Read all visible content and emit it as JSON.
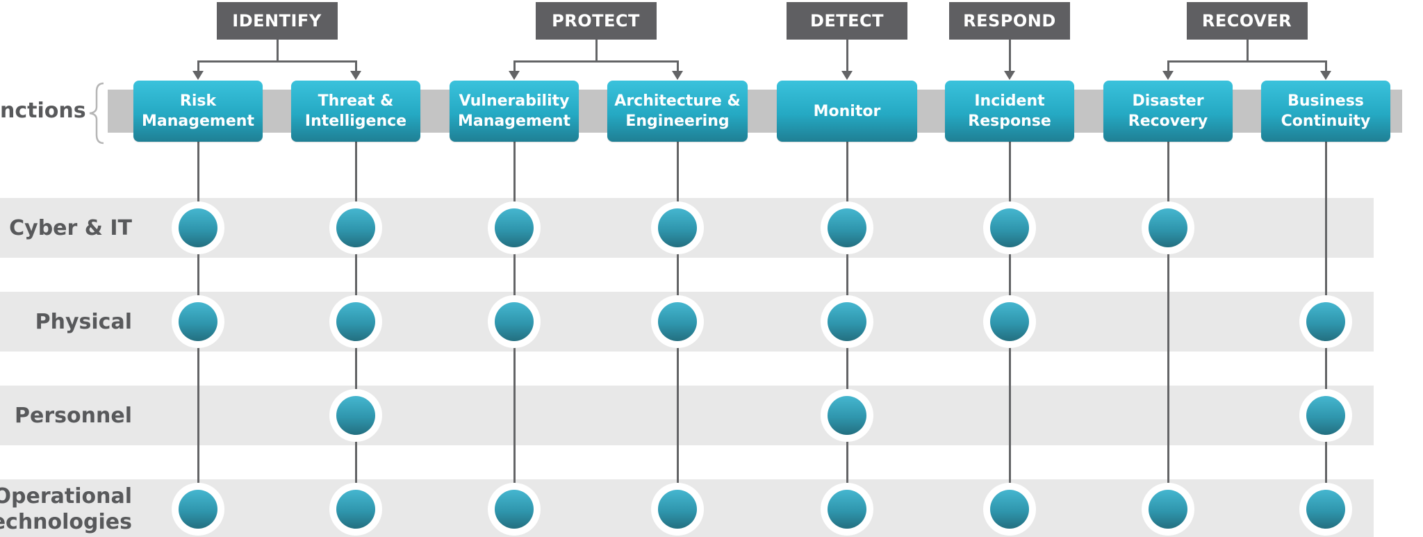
{
  "framework_label": "nctions",
  "functions": [
    {
      "id": "identify",
      "label": "IDENTIFY",
      "capabilities": [
        "risk",
        "threat"
      ]
    },
    {
      "id": "protect",
      "label": "PROTECT",
      "capabilities": [
        "vuln",
        "arch"
      ]
    },
    {
      "id": "detect",
      "label": "DETECT",
      "capabilities": [
        "monitor"
      ]
    },
    {
      "id": "respond",
      "label": "RESPOND",
      "capabilities": [
        "incident"
      ]
    },
    {
      "id": "recover",
      "label": "RECOVER",
      "capabilities": [
        "disaster",
        "business"
      ]
    }
  ],
  "capabilities": [
    {
      "id": "risk",
      "label": "Risk\nManagement"
    },
    {
      "id": "threat",
      "label": "Threat &\nIntelligence"
    },
    {
      "id": "vuln",
      "label": "Vulnerability\nManagement"
    },
    {
      "id": "arch",
      "label": "Architecture &\nEngineering"
    },
    {
      "id": "monitor",
      "label": "Monitor"
    },
    {
      "id": "incident",
      "label": "Incident\nResponse"
    },
    {
      "id": "disaster",
      "label": "Disaster\nRecovery"
    },
    {
      "id": "business",
      "label": "Business\nContinuity"
    }
  ],
  "domains": [
    {
      "id": "cyber-it",
      "label": "Cyber & IT",
      "coverage": [
        true,
        true,
        true,
        true,
        true,
        true,
        true,
        false
      ]
    },
    {
      "id": "physical",
      "label": "Physical",
      "coverage": [
        true,
        true,
        true,
        true,
        true,
        true,
        false,
        true
      ]
    },
    {
      "id": "personnel",
      "label": "Personnel",
      "coverage": [
        false,
        true,
        false,
        false,
        true,
        false,
        false,
        true
      ]
    },
    {
      "id": "operational-technologies",
      "label": "Operational\nechnologies",
      "coverage": [
        true,
        true,
        true,
        true,
        true,
        true,
        true,
        true
      ]
    }
  ],
  "colors": {
    "function_box": "#5f5f62",
    "capability_top": "#3ac2dc",
    "capability_bottom": "#1f7f94",
    "dot_top": "#45b6cf",
    "dot_bottom": "#236f80",
    "band": "#e8e8e8",
    "connector": "#636466"
  }
}
